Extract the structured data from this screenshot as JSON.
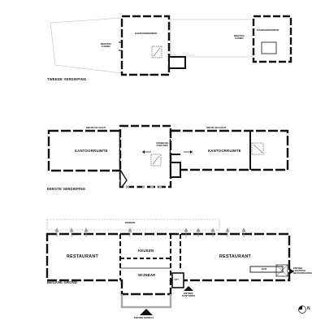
{
  "floors": {
    "second": "TWEEDE VERDIEPING",
    "first": "EERSTE VERDIEPING",
    "ground": "BEGANE GROND"
  },
  "second_floor": {
    "office_left": "KANTOORRUIMTE",
    "office_right": "KANTOORRUIMTE",
    "meeting_left": [
      "MEETING",
      "KAMER"
    ],
    "meeting_right": [
      "MEETING",
      "KAMER"
    ]
  },
  "first_floor": {
    "office_left": "KANTOORRUIMTE",
    "office_right": "KANTOORRUIMTE",
    "skylight_left": "NIEUW SKYLIGHT",
    "skylight_right": "NIEUW SKYLIGHT",
    "gate": [
      "VERBELDE",
      "FUNCTIES"
    ]
  },
  "ground_floor": {
    "perron": "PERRON",
    "restaurant_left": "RESTAURANT",
    "restaurant_right": "RESTAURANT",
    "keuken": "KEUKEN",
    "wijnbar": "WIJNBAR",
    "lift": "LIFT",
    "bar": "BAR",
    "entrance_kantoren": [
      "ENTREE",
      "KANTOREN"
    ],
    "entrance_horeca": "ENTREE HORECA",
    "entrance_loading": [
      "ENTREE",
      "LOGISTIEK",
      "BEVOORRADING"
    ]
  },
  "compass": "N",
  "colors": {
    "wall": "#111111",
    "light": "#bbbbbb",
    "fill": "#ffffff"
  }
}
